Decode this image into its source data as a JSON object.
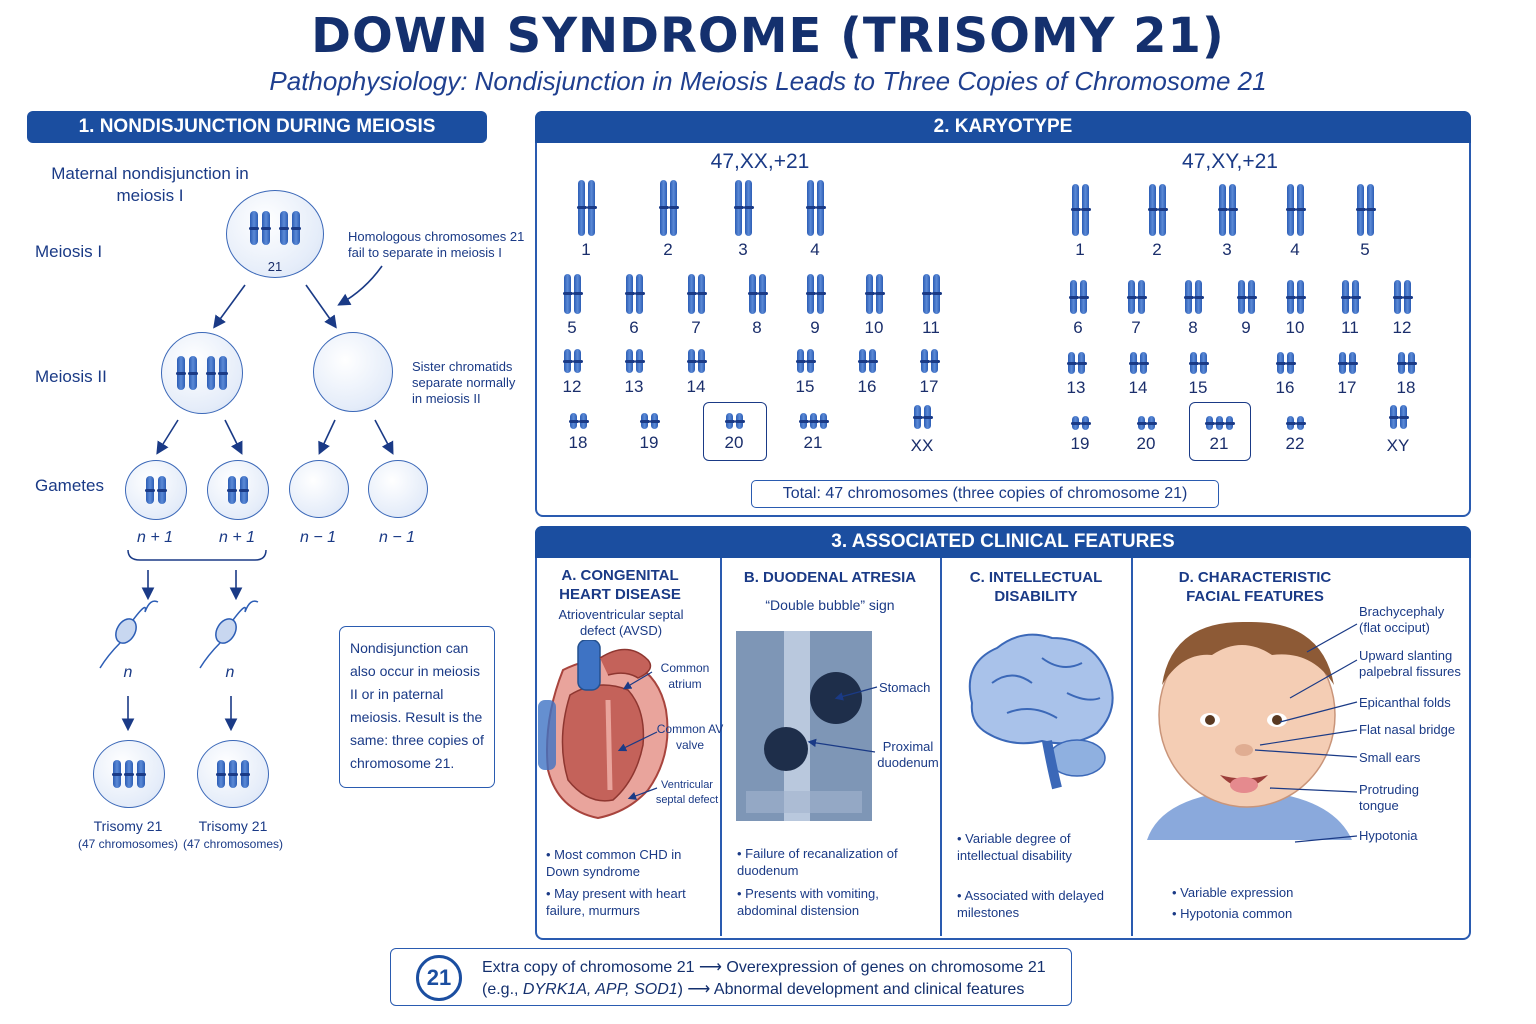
{
  "header": {
    "title": "DOWN SYNDROME (TRISOMY 21)",
    "subtitle": "Pathophysiology: Nondisjunction in Meiosis Leads to Three Copies of Chromosome 21"
  },
  "section1": {
    "title": "1. NONDISJUNCTION DURING MEIOSIS",
    "maternal_label": "Maternal nondisjunction in meiosis I",
    "meiosis1": "Meiosis I",
    "meiosis2": "Meiosis II",
    "gametes": "Gametes",
    "cell_label": "21",
    "homologous_note": "Homologous chromosomes 21 fail to separate in meiosis I",
    "sister_note": "Sister chromatids separate normally in meiosis II",
    "gamete_labels": [
      "n + 1",
      "n + 1",
      "n − 1",
      "n − 1"
    ],
    "sperm_labels": [
      "n",
      "n"
    ],
    "result_title": "Trisomy 21",
    "result_sub": "(47 chromosomes)",
    "note_box": "Nondisjunction can also occur in meiosis II or in paternal meiosis. Result is the same: three copies of chromosome 21."
  },
  "section2": {
    "title": "2. KARYOTYPE",
    "female_label": "47,XX,+21",
    "male_label": "47,XY,+21",
    "numbers": [
      "1",
      "2",
      "3",
      "4",
      "5",
      "6",
      "7",
      "8",
      "9",
      "10",
      "11",
      "12",
      "13",
      "14",
      "15",
      "16",
      "17",
      "18",
      "19",
      "20",
      "21",
      "22"
    ],
    "female_sex": "XX",
    "male_sex": "XY",
    "total": "Total: 47 chromosomes (three copies of chromosome 21)"
  },
  "section3": {
    "title": "3. ASSOCIATED CLINICAL FEATURES",
    "a_title_1": "A. CONGENITAL",
    "a_title_2": "HEART DISEASE",
    "a_sub": "Atrioventricular septal defect (AVSD)",
    "a_labels": [
      "Common atrium",
      "Common AV valve",
      "Ventricular septal defect"
    ],
    "a_bullets": [
      "Most common CHD in Down syndrome",
      "May present with heart failure, murmurs"
    ],
    "b_title": "B. DUODENAL ATRESIA",
    "b_sub": "“Double bubble” sign",
    "b_labels": [
      "Stomach",
      "Proximal duodenum"
    ],
    "b_bullets": [
      "Failure of recanalization of duodenum",
      "Presents with vomiting, abdominal distension"
    ],
    "c_title_1": "C. INTELLECTUAL",
    "c_title_2": "DISABILITY",
    "c_bullets": [
      "Variable degree of intellectual disability",
      "Associated with delayed milestones"
    ],
    "d_title_1": "D. CHARACTERISTIC",
    "d_title_2": "FACIAL FEATURES",
    "d_labels": [
      "Brachycephaly (flat occiput)",
      "Upward slanting palpebral fissures",
      "Epicanthal folds",
      "Flat nasal bridge",
      "Small ears",
      "Protruding tongue",
      "Hypotonia"
    ],
    "d_bullets": [
      "Variable expression",
      "Hypotonia common"
    ]
  },
  "footer": {
    "badge": "21",
    "line1_a": "Extra copy of chromosome 21",
    "line1_b": "Overexpression of genes on chromosome 21",
    "line2_a": "(e.g., ",
    "genes": "DYRK1A, APP, SOD1",
    "line2_b": ")",
    "line2_c": "Abnormal development and clinical features",
    "arrow": "⟶"
  },
  "colors": {
    "primary": "#1b4ea0",
    "dark": "#14306e",
    "chromosome": "#2c5db5"
  }
}
